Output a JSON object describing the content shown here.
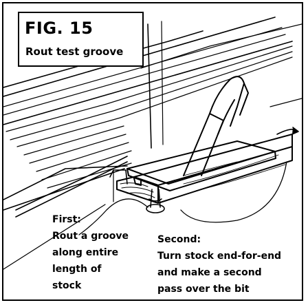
{
  "figure": {
    "title": "FIG. 15",
    "subtitle": "Rout test groove"
  },
  "callouts": {
    "first": {
      "heading": "First:",
      "lines": [
        "Rout a groove",
        "along entire",
        "length of",
        "stock"
      ]
    },
    "second": {
      "heading": "Second:",
      "lines": [
        "Turn stock end-for-end",
        "and make a second",
        "pass over the bit"
      ]
    }
  }
}
